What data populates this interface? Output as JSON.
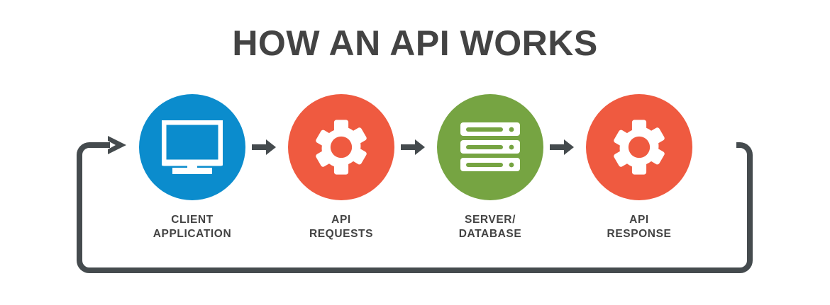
{
  "page": {
    "title": "HOW AN API WORKS",
    "background": "#ffffff",
    "text_color": "#434343",
    "line_color": "#454b4e"
  },
  "diagram": {
    "type": "flow",
    "direction": "left-to-right",
    "feedback_loop": {
      "present": true,
      "description": "return path from API RESPONSE back to CLIENT APPLICATION",
      "color": "#454b4e",
      "stroke_width": 8
    },
    "steps": [
      {
        "index": 1,
        "icon": "monitor-icon",
        "color": "#0b8ccd",
        "label_line1": "CLIENT",
        "label_line2": "APPLICATION"
      },
      {
        "index": 2,
        "icon": "gear-icon",
        "color": "#ef5a40",
        "label_line1": "API",
        "label_line2": "REQUESTS"
      },
      {
        "index": 3,
        "icon": "server-database-icon",
        "color": "#76a442",
        "label_line1": "SERVER/",
        "label_line2": "DATABASE"
      },
      {
        "index": 4,
        "icon": "gear-icon",
        "color": "#ef5a40",
        "label_line1": "API",
        "label_line2": "RESPONSE"
      }
    ],
    "connectors": [
      {
        "index": 1,
        "icon": "arrow-right-icon"
      },
      {
        "index": 2,
        "icon": "arrow-right-icon"
      },
      {
        "index": 3,
        "icon": "arrow-right-icon"
      }
    ]
  }
}
